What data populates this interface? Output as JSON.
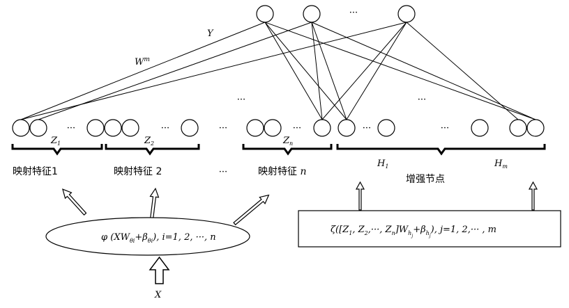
{
  "output": {
    "weight_label": "W",
    "weight_sup": "m",
    "y_label": "Y",
    "ellipsis": "···"
  },
  "mapped": {
    "groups": [
      {
        "sym": "Z",
        "sub": "1",
        "caption": "映射特征1"
      },
      {
        "sym": "Z",
        "sub": "2",
        "caption": "映射特征 2"
      },
      {
        "sym": "Z",
        "sub": "n",
        "caption": "映射特征 ",
        "caption_var": "n"
      }
    ],
    "ellipsis": "···"
  },
  "enhance": {
    "labels": [
      {
        "sym": "H",
        "sub": "1"
      },
      {
        "sym": "H",
        "sub": "m"
      }
    ],
    "caption": "增强节点",
    "ellipsis": "···"
  },
  "map_function": {
    "phi": "φ",
    "x": "X",
    "w": "W",
    "w_sub": "θi",
    "plus": "+",
    "beta": "β",
    "beta_sub": "θi",
    "rest": "), i=1, 2, ···, n"
  },
  "enhance_function": {
    "zeta": "ζ",
    "text": "([Z",
    "s1": "1",
    "c1": ", Z",
    "s2": "2",
    "c2": ",···, Z",
    "sn": "n",
    "c3": "]W",
    "wsub": "h",
    "wsub2": "j",
    "plus": "+β",
    "bsub": "h",
    "bsub2": "j",
    "rest": "), j=1, 2,··· , m"
  },
  "input": {
    "label": "X"
  }
}
